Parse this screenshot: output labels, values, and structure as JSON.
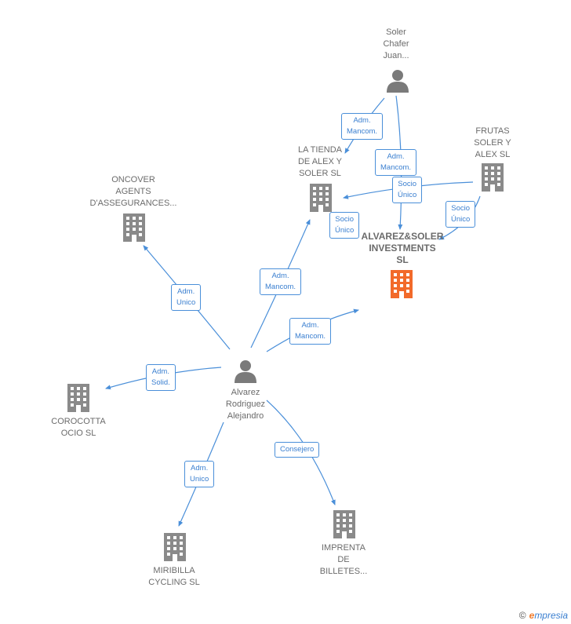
{
  "nodes": {
    "soler": [
      "Soler",
      "Chafer",
      "Juan..."
    ],
    "la_tienda": [
      "LA TIENDA",
      "DE ALEX Y",
      "SOLER SL"
    ],
    "frutas": [
      "FRUTAS",
      "SOLER Y",
      "ALEX SL"
    ],
    "oncover": [
      "ONCOVER",
      "AGENTS",
      "D'ASSEGURANCES..."
    ],
    "alvarez_soler": [
      "ALVAREZ&SOLER",
      "INVESTMENTS",
      "SL"
    ],
    "alvarez_person": [
      "Alvarez",
      "Rodriguez",
      "Alejandro"
    ],
    "corocotta": [
      "COROCOTTA",
      "OCIO SL"
    ],
    "miribilla": [
      "MIRIBILLA",
      "CYCLING SL"
    ],
    "imprenta": [
      "IMPRENTA",
      "DE",
      "BILLETES..."
    ]
  },
  "edges": {
    "soler_tienda": [
      "Adm.",
      "Mancom."
    ],
    "soler_alvarez": [
      "Adm.",
      "Mancom."
    ],
    "frutas_tienda": [
      "Socio",
      "Único"
    ],
    "tienda_alvarez": [
      "Socio",
      "Único"
    ],
    "frutas_alvarez": [
      "Socio",
      "Único"
    ],
    "person_tienda": [
      "Adm.",
      "Mancom."
    ],
    "person_alvarez": [
      "Adm.",
      "Mancom."
    ],
    "person_oncover": [
      "Adm.",
      "Unico"
    ],
    "person_corocotta": [
      "Adm.",
      "Solid."
    ],
    "person_miribilla": [
      "Adm.",
      "Unico"
    ],
    "person_imprenta": [
      "Consejero"
    ]
  },
  "footer": {
    "copyright": "©",
    "brand_initial": "e",
    "brand_rest": "mpresia"
  },
  "colors": {
    "edge": "#4a8fd9",
    "building": "#8a8a8a",
    "highlight": "#f26a2a",
    "person": "#7a7a7a"
  }
}
